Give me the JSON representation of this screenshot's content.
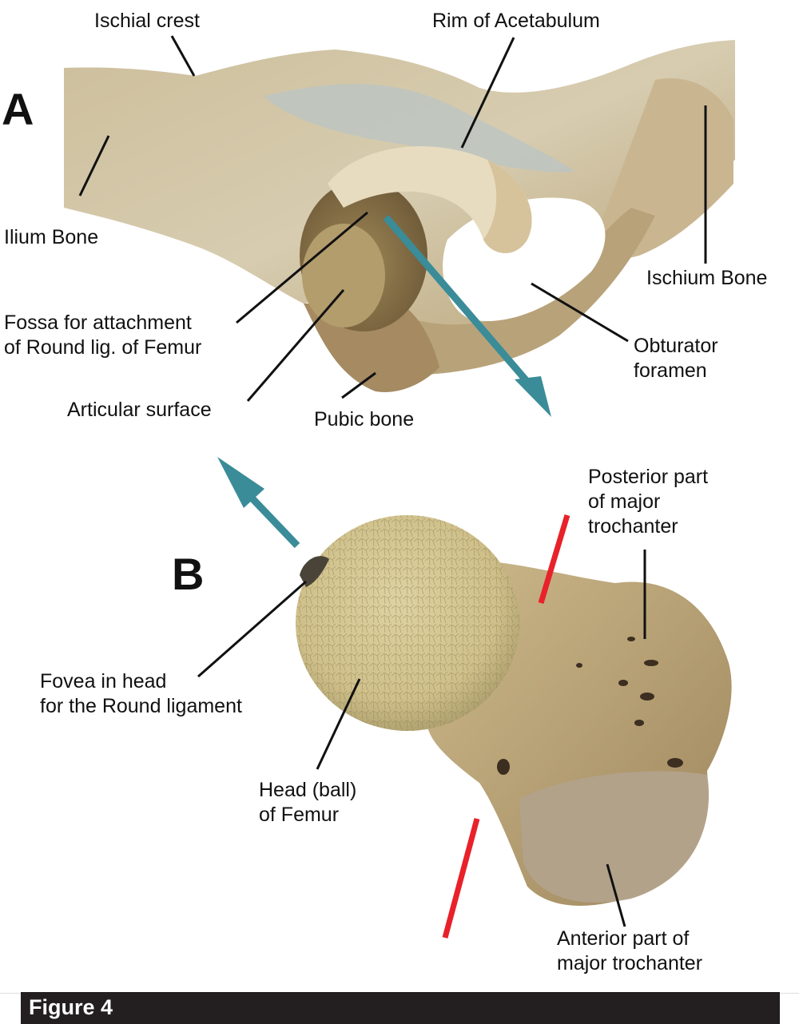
{
  "panels": {
    "a": {
      "letter": "A"
    },
    "b": {
      "letter": "B"
    }
  },
  "labels_a": {
    "ischial_crest": "Ischial crest",
    "rim_of_acetabulum": "Rim of Acetabulum",
    "ilium_bone": "Ilium Bone",
    "ischium_bone": "Ischium Bone",
    "fossa": "Fossa for attachment\nof Round lig. of Femur",
    "obturator_foramen": "Obturator\nforamen",
    "articular_surface": "Articular surface",
    "pubic_bone": "Pubic bone"
  },
  "labels_b": {
    "posterior_trochanter": "Posterior part\nof major\ntrochanter",
    "fovea": "Fovea in head\nfor the Round ligament",
    "head_of_femur": "Head (ball)\nof Femur",
    "anterior_trochanter": "Anterior part of\nmajor trochanter"
  },
  "caption": {
    "title": "Figure 4"
  },
  "colors": {
    "arrow": "#3a8c98",
    "cut_line": "#e8212a",
    "bone": "#c8b48c",
    "caption_bg": "#231f20"
  }
}
